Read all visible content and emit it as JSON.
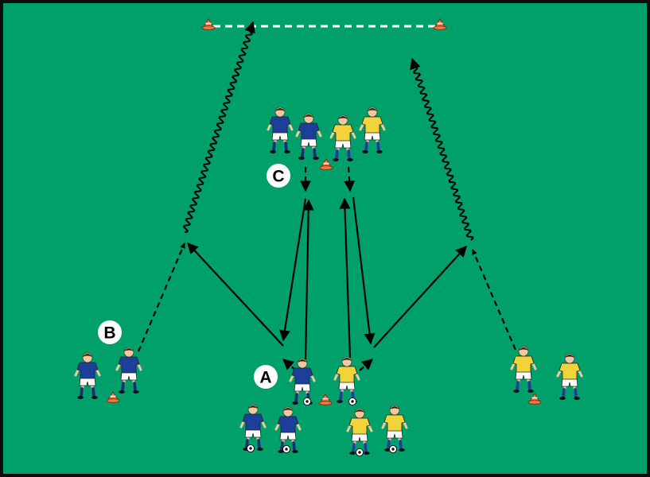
{
  "colors": {
    "pitch": "#00A06A",
    "border": "#0c0c0c",
    "team_a_shirt": "#1E3E9C",
    "team_b_shirt": "#F2D43A",
    "shorts": "#FFFFFF",
    "cone": "#F07842",
    "arrow": "#000000",
    "goal_line": "#FFFFFF"
  },
  "labels": [
    {
      "id": "a",
      "text": "A"
    },
    {
      "id": "b",
      "text": "B"
    },
    {
      "id": "c",
      "text": "C"
    }
  ],
  "icons": {
    "player_team_a": "player-blue-icon",
    "player_team_b": "player-yellow-icon",
    "cone": "cone-icon",
    "ball": "ball-icon"
  }
}
